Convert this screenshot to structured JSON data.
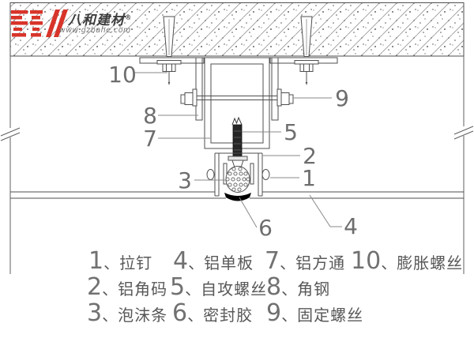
{
  "brand": {
    "name": "八和建材",
    "reg": "®",
    "url": "www.gzbahe.com",
    "logo_color": "#d8342a"
  },
  "colors": {
    "line": "#4f4f4f",
    "leader": "#8a8a8a",
    "callout_text": "#6e6e6e",
    "sealant": "#000000",
    "accent_red": "#d8342a"
  },
  "legend": {
    "separator": "、",
    "items": [
      {
        "num": "1",
        "label": "拉钉"
      },
      {
        "num": "2",
        "label": "铝角码"
      },
      {
        "num": "3",
        "label": "泡沫条"
      },
      {
        "num": "4",
        "label": "铝单板"
      },
      {
        "num": "5",
        "label": "自攻螺丝"
      },
      {
        "num": "6",
        "label": "密封胶"
      },
      {
        "num": "7",
        "label": "铝方通"
      },
      {
        "num": "8",
        "label": "角钢"
      },
      {
        "num": "9",
        "label": "固定螺丝"
      },
      {
        "num": "10",
        "label": "膨胀螺丝"
      }
    ]
  }
}
